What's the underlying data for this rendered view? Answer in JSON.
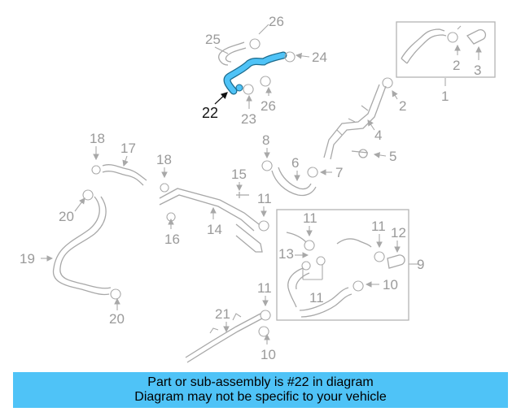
{
  "diagram": {
    "highlighted_part": "22",
    "highlight_color": "#4fc3f7",
    "callouts": [
      "1",
      "2",
      "2",
      "3",
      "4",
      "5",
      "6",
      "7",
      "8",
      "9",
      "10",
      "10",
      "11",
      "11",
      "11",
      "11",
      "11",
      "12",
      "13",
      "14",
      "15",
      "16",
      "17",
      "18",
      "18",
      "19",
      "20",
      "20",
      "21",
      "22",
      "23",
      "24",
      "25",
      "26",
      "26"
    ]
  },
  "banner": {
    "line1": "Part or sub-assembly is #22 in diagram",
    "line2": "Diagram may not be specific to your vehicle"
  }
}
